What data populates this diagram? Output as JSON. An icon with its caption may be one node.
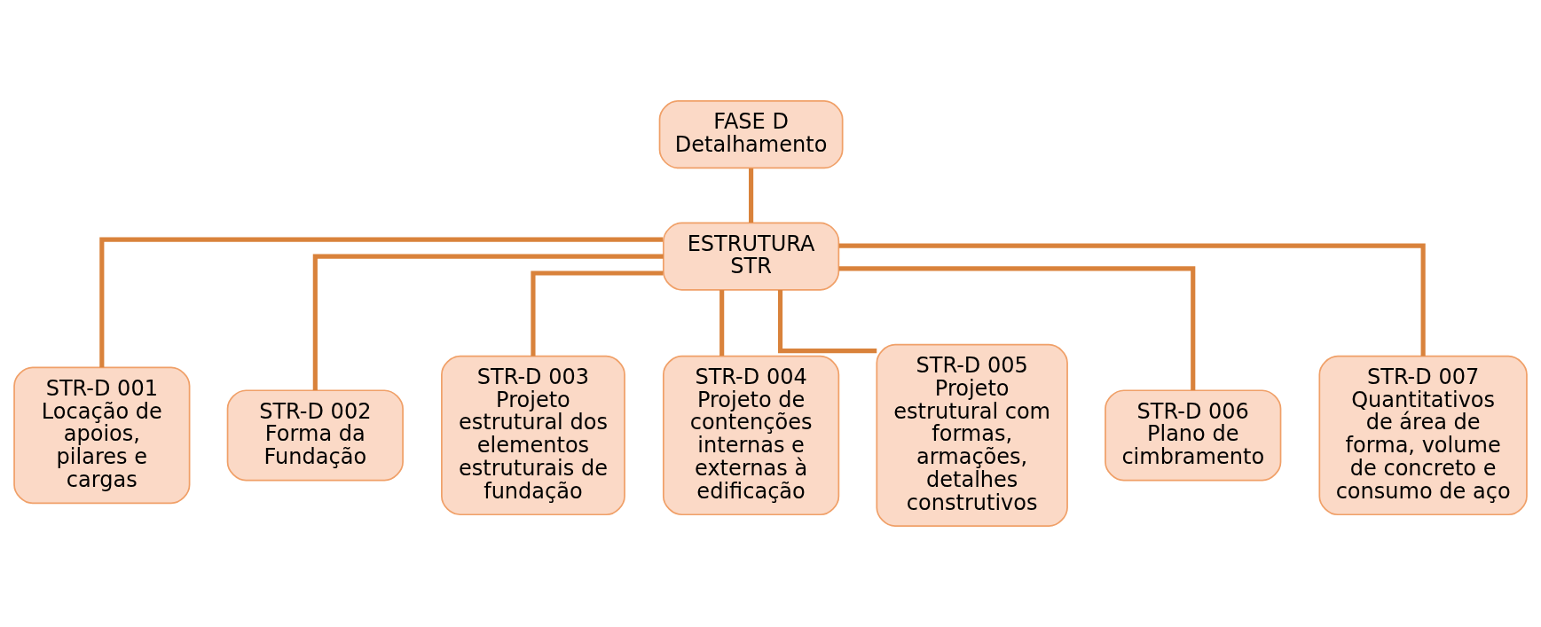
{
  "diagram": {
    "nodes": [
      {
        "text": [
          "FASE D",
          "Detalhamento"
        ]
      },
      {
        "text": [
          "ESTRUTURA",
          "STR"
        ]
      },
      {
        "text": [
          "STR-D 001",
          "Locação de apoios, pilares e cargas"
        ]
      },
      {
        "text": [
          "STR-D 002",
          "Forma da Fundação"
        ]
      },
      {
        "text": [
          "STR-D 003",
          "Projeto estrutural dos elementos estruturais de fundação"
        ]
      },
      {
        "text": [
          "STR-D 004",
          "Projeto de contenções internas e externas à edificação"
        ]
      },
      {
        "text": [
          "STR-D 005",
          "Projeto estrutural com formas, armações, detalhes construtivos"
        ]
      },
      {
        "text": [
          "STR-D 006",
          "Plano de cimbramento"
        ]
      },
      {
        "text": [
          "STR-D 007",
          "Quantitativos de área de forma, volume de concreto e consumo de aço"
        ]
      }
    ],
    "edges": [
      {
        "from": 0,
        "to": 1,
        "arrow": "none"
      },
      {
        "from": 1,
        "to": 2,
        "arrow": "none"
      },
      {
        "from": 1,
        "to": 3,
        "arrow": "none"
      },
      {
        "from": 1,
        "to": 4,
        "arrow": "none"
      },
      {
        "from": 1,
        "to": 5,
        "arrow": "none"
      },
      {
        "from": 1,
        "to": 6,
        "arrow": "none"
      },
      {
        "from": 1,
        "to": 7,
        "arrow": "none"
      },
      {
        "from": 1,
        "to": 8,
        "arrow": "none"
      }
    ]
  }
}
